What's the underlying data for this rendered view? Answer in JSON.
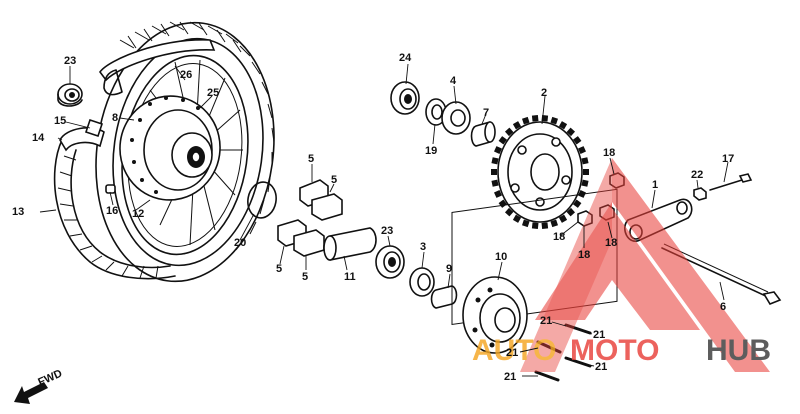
{
  "diagram": {
    "labels": {
      "l1": "1",
      "l2": "2",
      "l3": "3",
      "l4": "4",
      "l5": "5",
      "l6": "6",
      "l7": "7",
      "l8": "8",
      "l9": "9",
      "l10": "10",
      "l11": "11",
      "l12": "12",
      "l13": "13",
      "l14": "14",
      "l15": "15",
      "l16": "16",
      "l17": "17",
      "l18": "18",
      "l19": "19",
      "l20": "20",
      "l21": "21",
      "l22": "22",
      "l23": "23",
      "l24": "24",
      "l25": "25",
      "l26": "26"
    },
    "direction_label": "FWD"
  },
  "watermark": {
    "part1": "AUTO",
    "part2": "MOTO",
    "part3": "HUB",
    "colors": {
      "orange": "#f5a623",
      "red": "#e8403a",
      "dark": "#3a3a3a"
    }
  }
}
